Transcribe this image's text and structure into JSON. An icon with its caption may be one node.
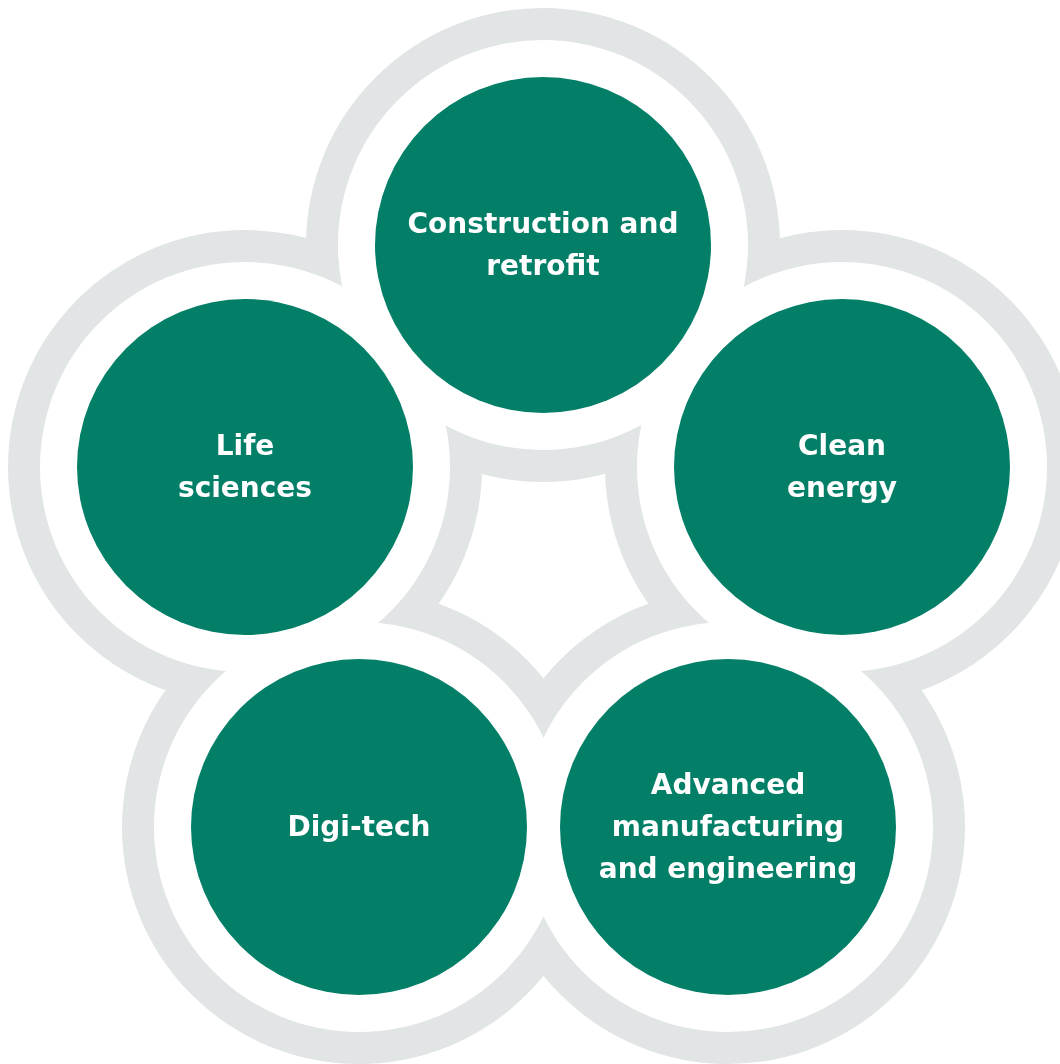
{
  "diagram": {
    "nodes": [
      {
        "text": [
          "Construction and retrofit"
        ]
      },
      {
        "text": [
          "Life sciences"
        ]
      },
      {
        "text": [
          "Clean energy"
        ]
      },
      {
        "text": [
          "Digi-tech"
        ]
      },
      {
        "text": [
          "Advanced manufacturing and engineering"
        ]
      }
    ]
  }
}
